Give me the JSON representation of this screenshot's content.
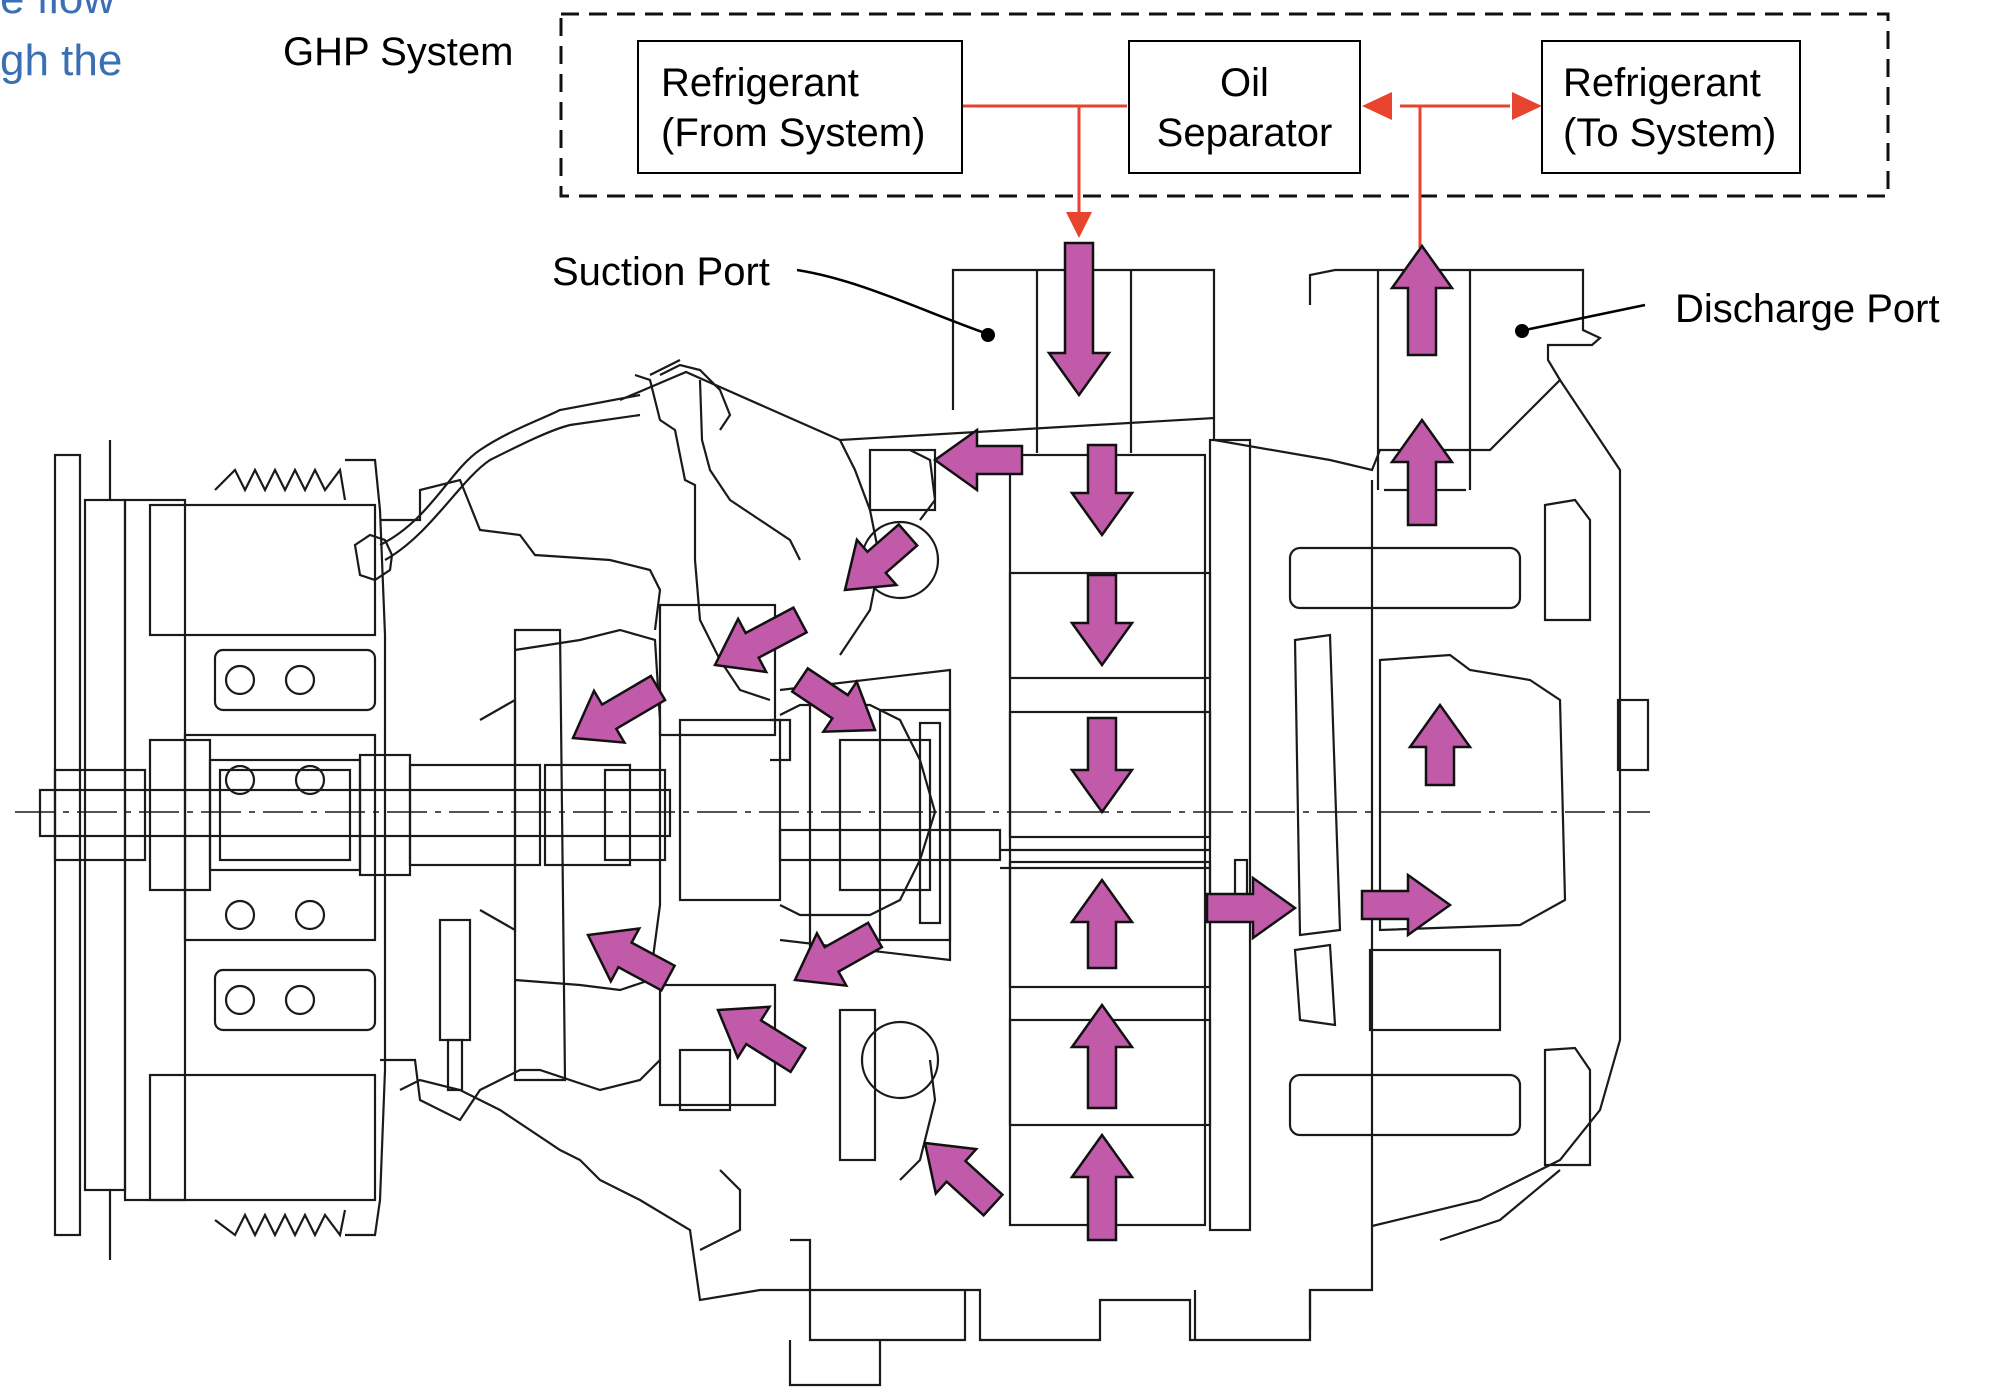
{
  "intro_text": {
    "line1": "e flow",
    "line2": "gh the"
  },
  "system_label": "GHP System",
  "boxes": {
    "refrigerant_from": {
      "line1": "Refrigerant",
      "line2": "(From System)"
    },
    "oil_separator": {
      "line1": "Oil",
      "line2": "Separator"
    },
    "refrigerant_to": {
      "line1": "Refrigerant",
      "line2": "(To System)"
    }
  },
  "ports": {
    "suction": "Suction Port",
    "discharge": "Discharge Port"
  },
  "colors": {
    "system_line": "#e8432e",
    "flow_arrow_fill": "#c15aa8",
    "flow_arrow_stroke": "#111111",
    "drawing_line": "#1a1a1a",
    "intro_text": "#3a6fb5"
  }
}
